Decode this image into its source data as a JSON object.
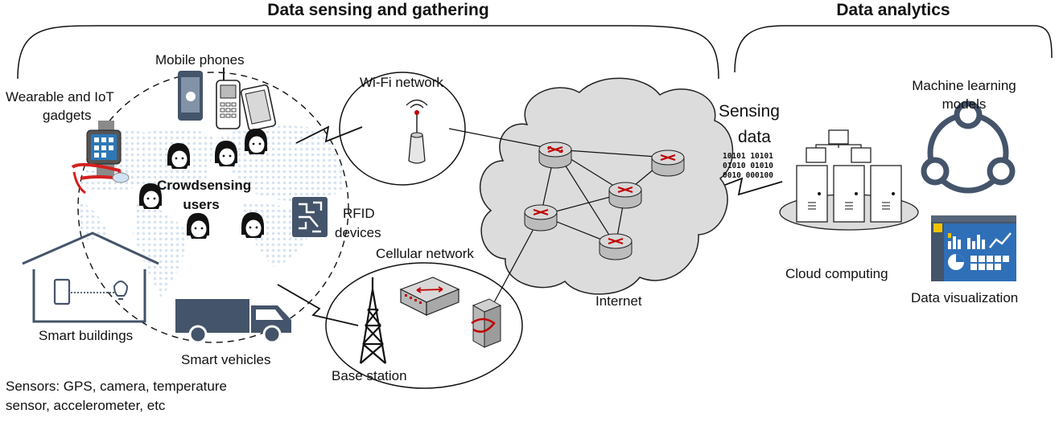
{
  "headers": {
    "left": "Data sensing and gathering",
    "right": "Data analytics"
  },
  "labels": {
    "mobile_phones": "Mobile phones",
    "wearable_line1": "Wearable and  IoT",
    "wearable_line2": "gadgets",
    "crowd_line1": "Crowdsensing",
    "crowd_line2": "users",
    "rfid_line1": "RFID",
    "rfid_line2": "devices",
    "smart_buildings": "Smart buildings",
    "smart_vehicles": "Smart vehicles",
    "sensors_line1": "Sensors: GPS, camera, temperature",
    "sensors_line2": "sensor, accelerometer, etc",
    "wifi": "Wi-Fi network",
    "cellular": "Cellular network",
    "base_station": "Base station",
    "internet": "Internet",
    "sensing_line1": "Sensing",
    "sensing_line2": "data",
    "binary_line1": "10101 10101",
    "binary_line2": "01010 01010",
    "binary_line3": "0010 000100",
    "cloud": "Cloud computing",
    "ml_line1": "Machine learning",
    "ml_line2": "models",
    "dataviz": "Data visualization"
  },
  "colors": {
    "icon": "#44546a",
    "cloud_fill": "#dcdcdc",
    "router_fill": "#cfcfcf",
    "router_arrow": "#c00000",
    "glasses": "#d42020",
    "map_dots": "#d6e3f0",
    "dashboard_bg": "#2f6fb7",
    "dashboard_panel": "#5b8fd0"
  }
}
